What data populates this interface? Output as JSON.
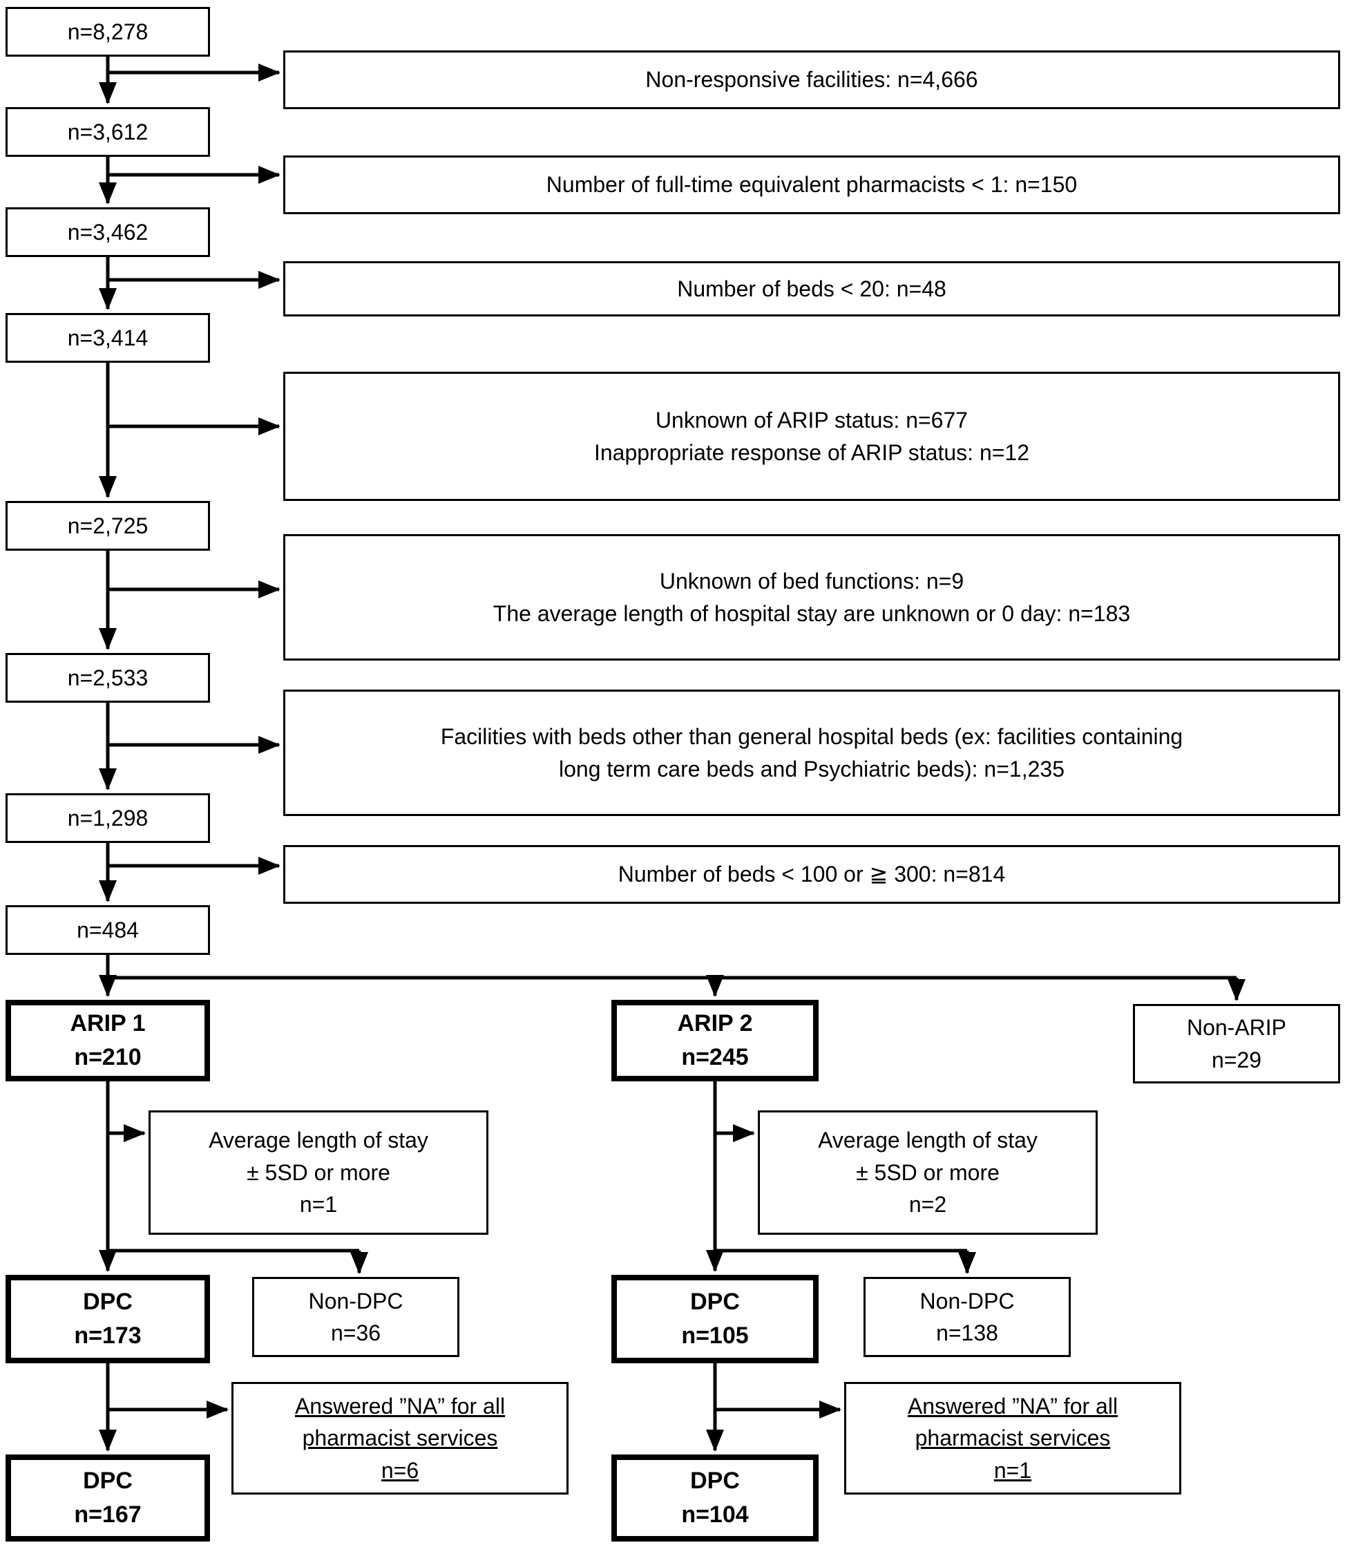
{
  "main_flow": {
    "s1": "n=8,278",
    "s2": "n=3,612",
    "s3": "n=3,462",
    "s4": "n=3,414",
    "s5": "n=2,725",
    "s6": "n=2,533",
    "s7": "n=1,298",
    "s8": "n=484"
  },
  "exclusions": {
    "e1": {
      "lines": [
        "Non-responsive facilities: n=4,666"
      ]
    },
    "e2": {
      "lines": [
        "Number of full-time equivalent pharmacists < 1: n=150"
      ]
    },
    "e3": {
      "lines": [
        "Number of beds < 20: n=48"
      ]
    },
    "e4": {
      "lines": [
        "Unknown of ARIP status: n=677",
        "Inappropriate response of ARIP status: n=12"
      ]
    },
    "e5": {
      "lines": [
        "Unknown of bed functions: n=9",
        "The average length of hospital stay are unknown or 0 day: n=183"
      ]
    },
    "e6": {
      "lines": [
        "Facilities with beds other than general hospital beds (ex: facilities containing",
        "long term care beds and Psychiatric beds): n=1,235"
      ]
    },
    "e7": {
      "lines": [
        "Number of beds < 100 or ≧ 300: n=814"
      ]
    }
  },
  "groups": {
    "arip1": {
      "title": "ARIP 1",
      "n": "n=210"
    },
    "arip2": {
      "title": "ARIP 2",
      "n": "n=245"
    },
    "non_arip": {
      "title": "Non-ARIP",
      "n": "n=29"
    }
  },
  "left_branch": {
    "stay_exclusion": {
      "lines": [
        "Average length of stay",
        "± 5SD or more",
        "n=1"
      ]
    },
    "dpc": {
      "title": "DPC",
      "n": "n=173"
    },
    "non_dpc": {
      "title": "Non-DPC",
      "n": "n=36"
    },
    "na_exclusion": {
      "lines": [
        "Answered ”NA” for all",
        "pharmacist services",
        "n=6"
      ]
    },
    "dpc_final": {
      "title": "DPC",
      "n": "n=167"
    }
  },
  "right_branch": {
    "stay_exclusion": {
      "lines": [
        "Average length of stay",
        "± 5SD or more",
        "n=2"
      ]
    },
    "dpc": {
      "title": "DPC",
      "n": "n=105"
    },
    "non_dpc": {
      "title": "Non-DPC",
      "n": "n=138"
    },
    "na_exclusion": {
      "lines": [
        "Answered ”NA” for all",
        "pharmacist services",
        "n=1"
      ]
    },
    "dpc_final": {
      "title": "DPC",
      "n": "n=104"
    }
  }
}
